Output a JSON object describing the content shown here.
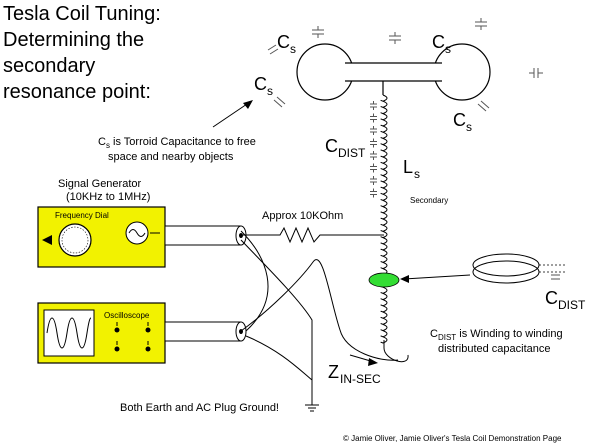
{
  "title_lines": [
    "Tesla Coil Tuning:",
    "Determining the",
    "secondary",
    "resonance point:"
  ],
  "labels": {
    "cs_top": "C",
    "cs_sub": "s",
    "cs_note": "C",
    "cs_note_sub": "s",
    "cs_note_rest": " is Torroid Capacitance to free",
    "cs_note_line2": "space and nearby objects",
    "cdist": "C",
    "cdist_sub": "DIST",
    "ls": "L",
    "ls_sub": "s",
    "secondary": "Secondary",
    "signal_generator": "Signal Generator",
    "sg_range": "(10KHz to 1MHz)",
    "frequency_dial": "Frequency Dial",
    "oscilloscope": "Oscilloscope",
    "resistor": "Approx 10KOhm",
    "cdist_right": "C",
    "cdist_right_sub": "DIST",
    "cdist_note": "C",
    "cdist_note_sub": "DIST",
    "cdist_note_rest": " is Winding to winding",
    "cdist_note_line2": "distributed capacitance",
    "zin": "Z",
    "zin_sub": "IN-SEC",
    "ground_note": "Both Earth and AC Plug Ground!",
    "copyright": "© Jamie Oliver, Jamie Oliver's Tesla Coil Demonstration Page"
  },
  "colors": {
    "instrument_fill": "#f2f200",
    "instrument_stroke": "#000000",
    "probe_ring": "#33dd33",
    "cap_marks": "#555555"
  }
}
